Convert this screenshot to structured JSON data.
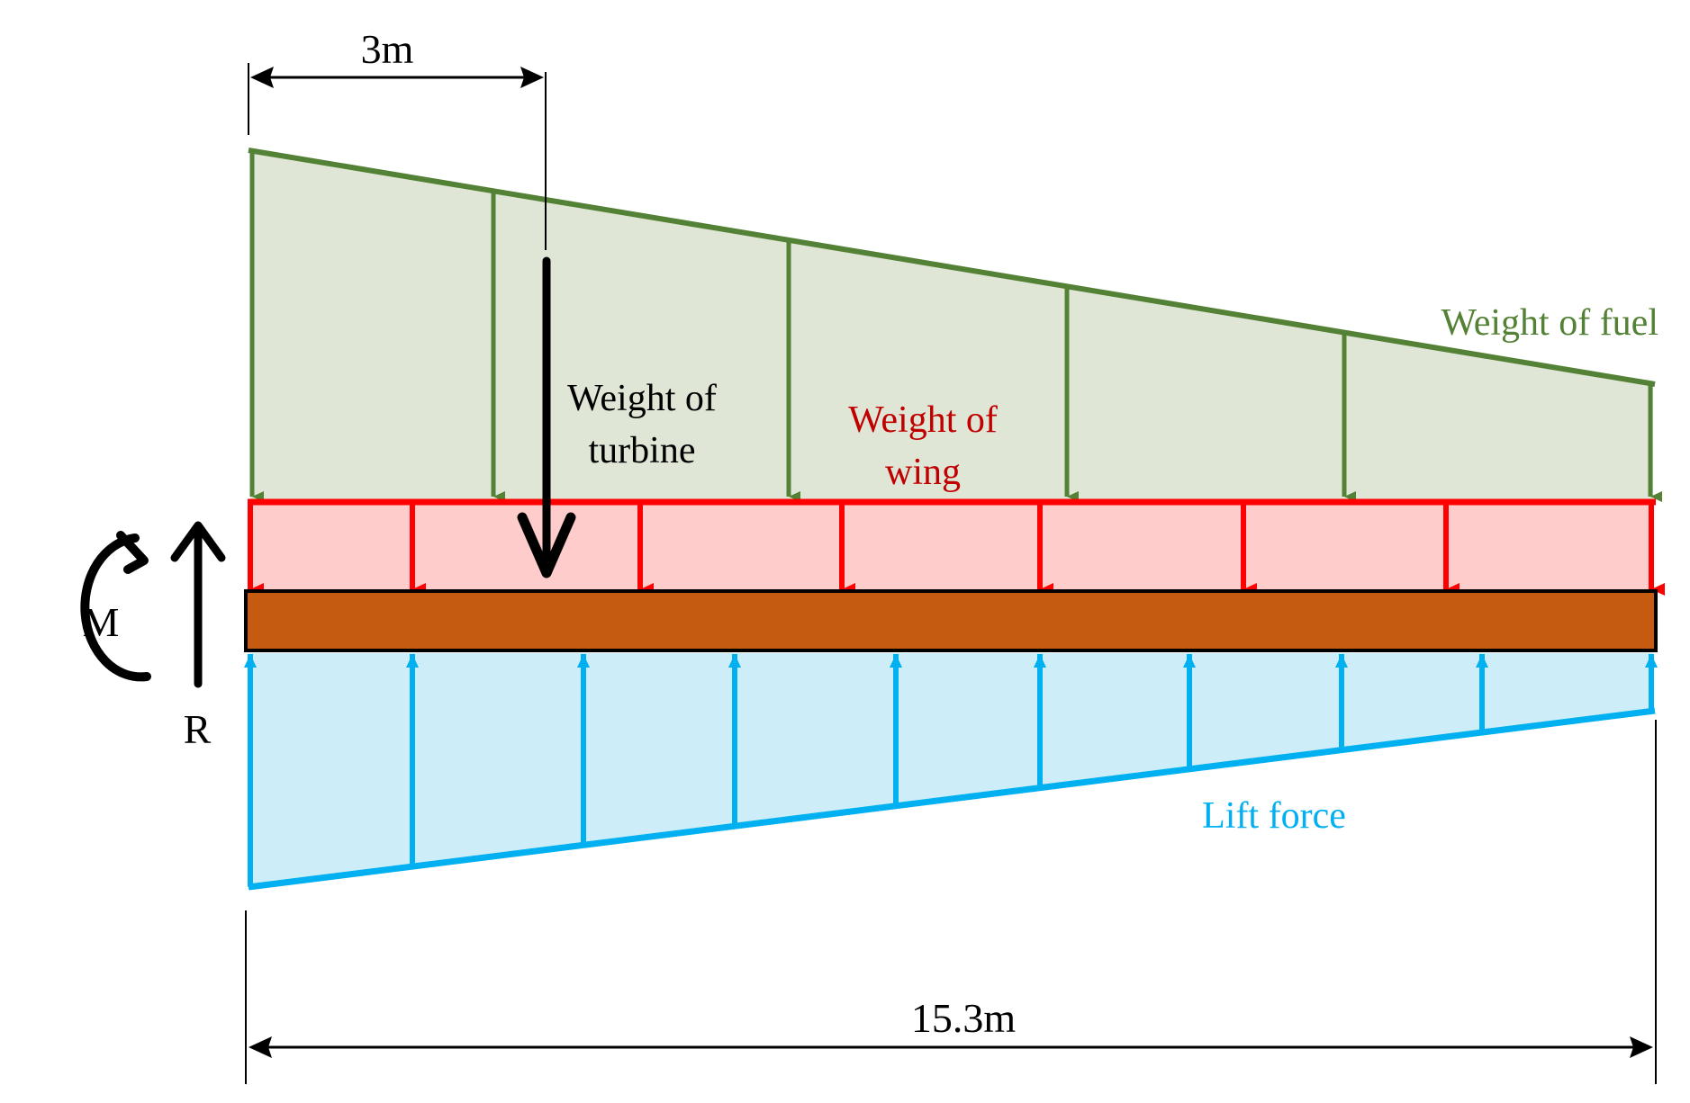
{
  "labels": {
    "top_dimension": "3m",
    "bottom_dimension": "15.3m",
    "fuel": "Weight of fuel",
    "turbine_line1": "Weight of",
    "turbine_line2": "turbine",
    "wing_line1": "Weight of",
    "wing_line2": "wing",
    "lift": "Lift force",
    "moment": "M",
    "reaction": "R"
  },
  "colors": {
    "fuel": "#538135",
    "fuel_fill": "#dfe6d6",
    "wing": "#ff0000",
    "wing_fill": "#ffcccc",
    "lift": "#00b0f0",
    "lift_fill": "#cdeef9",
    "beam": "#c55a11",
    "turbine": "#000000",
    "wing_text": "#c00000",
    "lift_text": "#00b0f0"
  },
  "dimensions": {
    "turbine_offset_m": 3,
    "wing_span_m": 15.3
  },
  "icons": {
    "moment": "clockwise-arrow-icon",
    "reaction": "up-arrow-icon"
  }
}
